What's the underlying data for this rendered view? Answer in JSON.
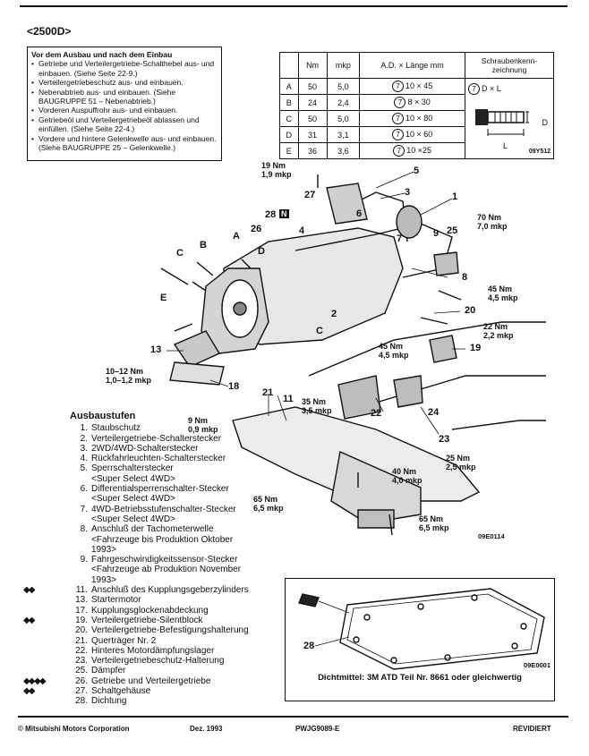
{
  "header": {
    "section": "<2500D>"
  },
  "notes": {
    "title": "Vor dem Ausbau und nach dem Einbau",
    "items": [
      "Getriebe und Verteilergetriebe-Schalthebel aus- und einbauen. (Siehe Seite 22-9.)",
      "Verteilergetriebeschutz aus- und einbauen.",
      "Nebenabtrieb aus- und einbauen. (Siehe BAUGRUPPE 51 – Nebenabtrieb.)",
      "Vorderen Auspuffrohr aus- und einbauen.",
      "Getriebeöl und Verteilergetriebeöl ablassen und einfüllen. (Siehe Seite 22-4.)",
      "Vordere und hintere Gelenkwelle aus- und einbauen. (Siehe BAUGRUPPE 25 – Gelenkwelle.)"
    ]
  },
  "spec_table": {
    "headers": [
      "",
      "Nm",
      "mkp",
      "A.D. × Länge mm",
      "Schraubenkenn-zeichnung"
    ],
    "rows": [
      {
        "id": "A",
        "nm": "50",
        "mkp": "5,0",
        "mark": "7",
        "size": "10 × 45"
      },
      {
        "id": "B",
        "nm": "24",
        "mkp": "2,4",
        "mark": "7",
        "size": "8 × 30"
      },
      {
        "id": "C",
        "nm": "50",
        "mkp": "5,0",
        "mark": "7",
        "size": "10 × 80"
      },
      {
        "id": "D",
        "nm": "31",
        "mkp": "3,1",
        "mark": "7",
        "size": "10 × 60"
      },
      {
        "id": "E",
        "nm": "36",
        "mkp": "3,6",
        "mark": "7",
        "size": "10 ×25"
      }
    ],
    "mark_legend": "D × L",
    "mark_mark": "7",
    "bolt_label_d": "D",
    "bolt_label_l": "L",
    "fig_code": "09Y512"
  },
  "callouts": {
    "t1": "19 Nm\n1,9 mkp",
    "t2": "70 Nm\n7,0 mkp",
    "t3": "45 Nm\n4,5 mkp",
    "t4": "22 Nm\n2,2 mkp",
    "t5": "45 Nm\n4,5 mkp",
    "t6": "10–12 Nm\n1,0–1,2 mkp",
    "t7": "35 Nm\n3,5 mkp",
    "t8": "9 Nm\n0,9 mkp",
    "t9": "25 Nm\n2,5 mkp",
    "t10": "40 Nm\n4,0 mkp",
    "t11": "65 Nm\n6,5 mkp",
    "t12": "65 Nm\n6,5 mkp",
    "fig_code": "09E0114",
    "parts": [
      "5",
      "3",
      "1",
      "27",
      "28",
      "N",
      "6",
      "7",
      "9",
      "25",
      "26",
      "4",
      "A",
      "B",
      "C",
      "D",
      "E",
      "8",
      "20",
      "2",
      "C",
      "19",
      "13",
      "18",
      "11",
      "21",
      "22",
      "23",
      "24"
    ]
  },
  "ausbau": {
    "title": "Ausbaustufen",
    "items": [
      {
        "n": "1.",
        "t": "Staubschutz",
        "s": ""
      },
      {
        "n": "2.",
        "t": "Verteilergetriebe-Schalterstecker",
        "s": ""
      },
      {
        "n": "3.",
        "t": "2WD/4WD-Schalterstecker",
        "s": ""
      },
      {
        "n": "4.",
        "t": "Rückfahrleuchten-Schalterstecker",
        "s": ""
      },
      {
        "n": "5.",
        "t": "Sperrschalterstecker",
        "s": ""
      },
      {
        "n": "",
        "t": "<Super Select 4WD>",
        "s": ""
      },
      {
        "n": "6.",
        "t": "Differentialsperrenschalter-Stecker",
        "s": ""
      },
      {
        "n": "",
        "t": "<Super Select 4WD>",
        "s": ""
      },
      {
        "n": "7.",
        "t": "4WD-Betriebsstufenschalter-Stecker",
        "s": ""
      },
      {
        "n": "",
        "t": "<Super Select 4WD>",
        "s": ""
      },
      {
        "n": "8.",
        "t": "Anschluß der Tachometerwelle",
        "s": ""
      },
      {
        "n": "",
        "t": "<Fahrzeuge bis Produktion Oktober",
        "s": ""
      },
      {
        "n": "",
        "t": "1993>",
        "s": ""
      },
      {
        "n": "9.",
        "t": "Fahrgeschwindigkeitssensor-Stecker",
        "s": ""
      },
      {
        "n": "",
        "t": "<Fahrzeuge ab Produktion November",
        "s": ""
      },
      {
        "n": "",
        "t": "1993>",
        "s": ""
      },
      {
        "n": "11.",
        "t": "Anschluß des Kupplungsgeberzylinders",
        "s": "◆◆"
      },
      {
        "n": "13.",
        "t": "Startermotor",
        "s": ""
      },
      {
        "n": "17.",
        "t": "Kupplungsglockenabdeckung",
        "s": ""
      },
      {
        "n": "19.",
        "t": "Verteilergetriebe-Silentblock",
        "s": "◆◆"
      },
      {
        "n": "20.",
        "t": "Verteilergetriebe-Befestigungshalterung",
        "s": ""
      },
      {
        "n": "21.",
        "t": "Querträger Nr. 2",
        "s": ""
      },
      {
        "n": "22.",
        "t": "Hinteres Motordämpfungslager",
        "s": ""
      },
      {
        "n": "23.",
        "t": "Verteilergetriebeschutz-Halterung",
        "s": ""
      },
      {
        "n": "25.",
        "t": "Dämpfer",
        "s": ""
      },
      {
        "n": "26.",
        "t": "Getriebe und Verteilergetriebe",
        "s": "◆◆ ◆◆"
      },
      {
        "n": "27.",
        "t": "Schaltgehäuse",
        "s": "◆◆"
      },
      {
        "n": "28.",
        "t": "Dichtung",
        "s": ""
      }
    ]
  },
  "gasket": {
    "part": "28",
    "fig_code": "09E0001",
    "seal_text": "Dichtmittel: 3M ATD Teil Nr. 8661 oder gleichwertig"
  },
  "footer": {
    "copyright": "© Mitsubishi Motors Corporation",
    "date": "Dez. 1993",
    "doc": "PWJG9089-E",
    "status": "REVIDIERT"
  }
}
